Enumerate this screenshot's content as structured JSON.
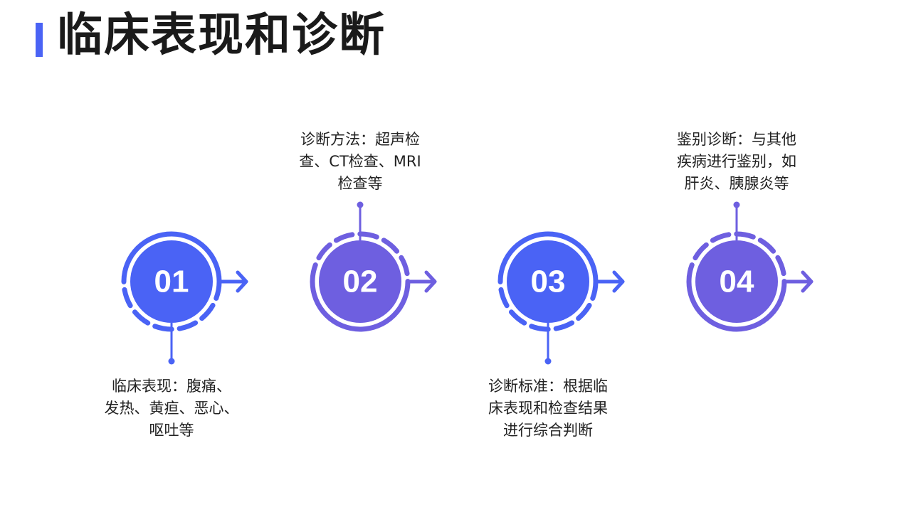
{
  "page": {
    "title": "临床表现和诊断"
  },
  "colors": {
    "blue": "#4a63f5",
    "purple": "#6e5fe0",
    "text": "#222222"
  },
  "steps": [
    {
      "number": "01",
      "color": "blue",
      "dash_half": "bottom",
      "text_position": "below",
      "lines": [
        "临床表现：腹痛、",
        "发热、黄疸、恶心、",
        "呕吐等"
      ]
    },
    {
      "number": "02",
      "color": "purple",
      "dash_half": "top",
      "text_position": "above",
      "lines": [
        "诊断方法：超声检",
        "查、CT检查、MRI",
        "检查等"
      ]
    },
    {
      "number": "03",
      "color": "blue",
      "dash_half": "bottom",
      "text_position": "below",
      "lines": [
        "诊断标准：根据临",
        "床表现和检查结果",
        "进行综合判断"
      ]
    },
    {
      "number": "04",
      "color": "purple",
      "dash_half": "top",
      "text_position": "above",
      "lines": [
        "鉴别诊断：与其他",
        "疾病进行鉴别，如",
        "肝炎、胰腺炎等"
      ]
    }
  ]
}
